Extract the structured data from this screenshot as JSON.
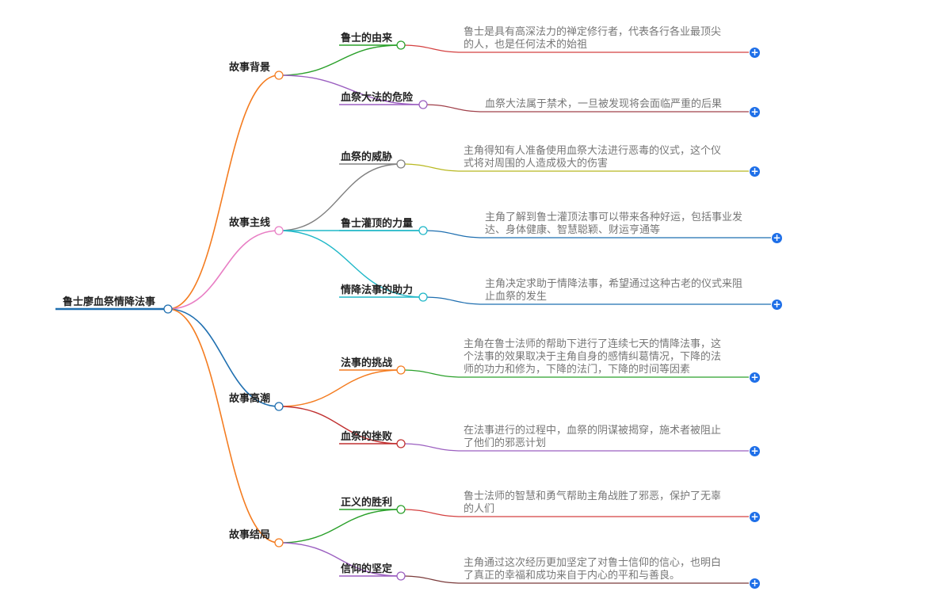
{
  "root": {
    "label": "鲁士廖血祭情降法事"
  },
  "branches": [
    {
      "label": "故事背景",
      "color": "#f47c20",
      "children": [
        {
          "label": "鲁士的由来",
          "color": "#2aa02a",
          "leaf_color": "#d44040",
          "text": [
            "鲁士是具有高深法力的禅定修行者，代表各行各业最顶尖",
            "的人，也是任何法术的始祖"
          ]
        },
        {
          "label": "血祭大法的危险",
          "color": "#9b5fc0",
          "leaf_color": "#a0404a",
          "text": [
            "血祭大法属于禁术，一旦被发现将会面临严重的后果"
          ]
        }
      ]
    },
    {
      "label": "故事主线",
      "color": "#e87ec4",
      "children": [
        {
          "label": "血祭的威胁",
          "color": "#808080",
          "leaf_color": "#b8b820",
          "text": [
            "主角得知有人准备使用血祭大法进行恶毒的仪式，这个仪",
            "式将对周围的人造成极大的伤害"
          ]
        },
        {
          "label": "鲁士灌顶的力量",
          "color": "#20b8c8",
          "leaf_color": "#1f6fb0",
          "text": [
            "主角了解到鲁士灌顶法事可以带来各种好运，包括事业发",
            "达、身体健康、智慧聪颖、财运亨通等"
          ]
        },
        {
          "label": "情降法事的助力",
          "color": "#20b8c8",
          "leaf_color": "#1f6fb0",
          "text": [
            "主角决定求助于情降法事，希望通过这种古老的仪式来阻",
            "止血祭的发生"
          ]
        }
      ]
    },
    {
      "label": "故事高潮",
      "color": "#1f6fb0",
      "children": [
        {
          "label": "法事的挑战",
          "color": "#f47c20",
          "leaf_color": "#2aa02a",
          "text": [
            "主角在鲁士法师的帮助下进行了连续七天的情降法事，这",
            "个法事的效果取决于主角自身的感情纠葛情况，下降的法",
            "师的功力和修为，下降的法门，下降的时间等因素"
          ]
        },
        {
          "label": "血祭的挫败",
          "color": "#c03030",
          "leaf_color": "#9b5fc0",
          "text": [
            "在法事进行的过程中，血祭的阴谋被揭穿，施术者被阻止",
            "了他们的邪恶计划"
          ]
        }
      ]
    },
    {
      "label": "故事结局",
      "color": "#f47c20",
      "children": [
        {
          "label": "正义的胜利",
          "color": "#2aa02a",
          "leaf_color": "#d44040",
          "text": [
            "鲁士法师的智慧和勇气帮助主角战胜了邪恶，保护了无辜",
            "的人们"
          ]
        },
        {
          "label": "信仰的坚定",
          "color": "#9b5fc0",
          "leaf_color": "#7a3a3a",
          "text": [
            "主角通过这次经历更加坚定了对鲁士信仰的信心，也明白",
            "了真正的幸福和成功来自于内心的平和与善良。"
          ]
        }
      ]
    }
  ],
  "expand_icon": "plus-circle-icon",
  "root_color": "#1f6fb0"
}
